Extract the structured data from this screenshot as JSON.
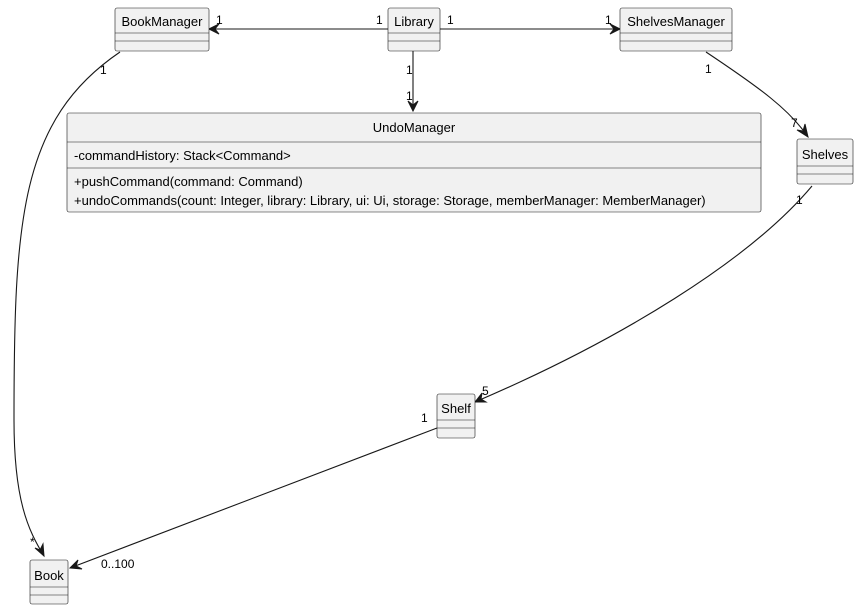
{
  "diagram": {
    "classes": {
      "book_manager": {
        "name": "BookManager"
      },
      "library": {
        "name": "Library"
      },
      "shelves_manager": {
        "name": "ShelvesManager"
      },
      "undo_manager": {
        "name": "UndoManager",
        "attributes": [
          "-commandHistory: Stack<Command>"
        ],
        "methods": [
          "+pushCommand(command: Command)",
          "+undoCommands(count: Integer, library: Library, ui: Ui, storage: Storage, memberManager: MemberManager)"
        ]
      },
      "shelves": {
        "name": "Shelves"
      },
      "shelf": {
        "name": "Shelf"
      },
      "book": {
        "name": "Book"
      }
    },
    "associations": {
      "library_bookmanager": {
        "from_mult": "1",
        "to_mult": "1"
      },
      "library_shelvesmanager": {
        "from_mult": "1",
        "to_mult": "1"
      },
      "library_undomanager": {
        "from_mult": "1",
        "to_mult": "1"
      },
      "shelvesmanager_shelves": {
        "from_mult": "1",
        "to_mult": "7"
      },
      "shelves_shelf": {
        "from_mult": "1",
        "to_mult": "5"
      },
      "shelf_book": {
        "from_mult": "1",
        "to_mult": "0..100"
      },
      "bookmanager_book": {
        "from_mult": "1",
        "to_mult": "*"
      }
    }
  }
}
